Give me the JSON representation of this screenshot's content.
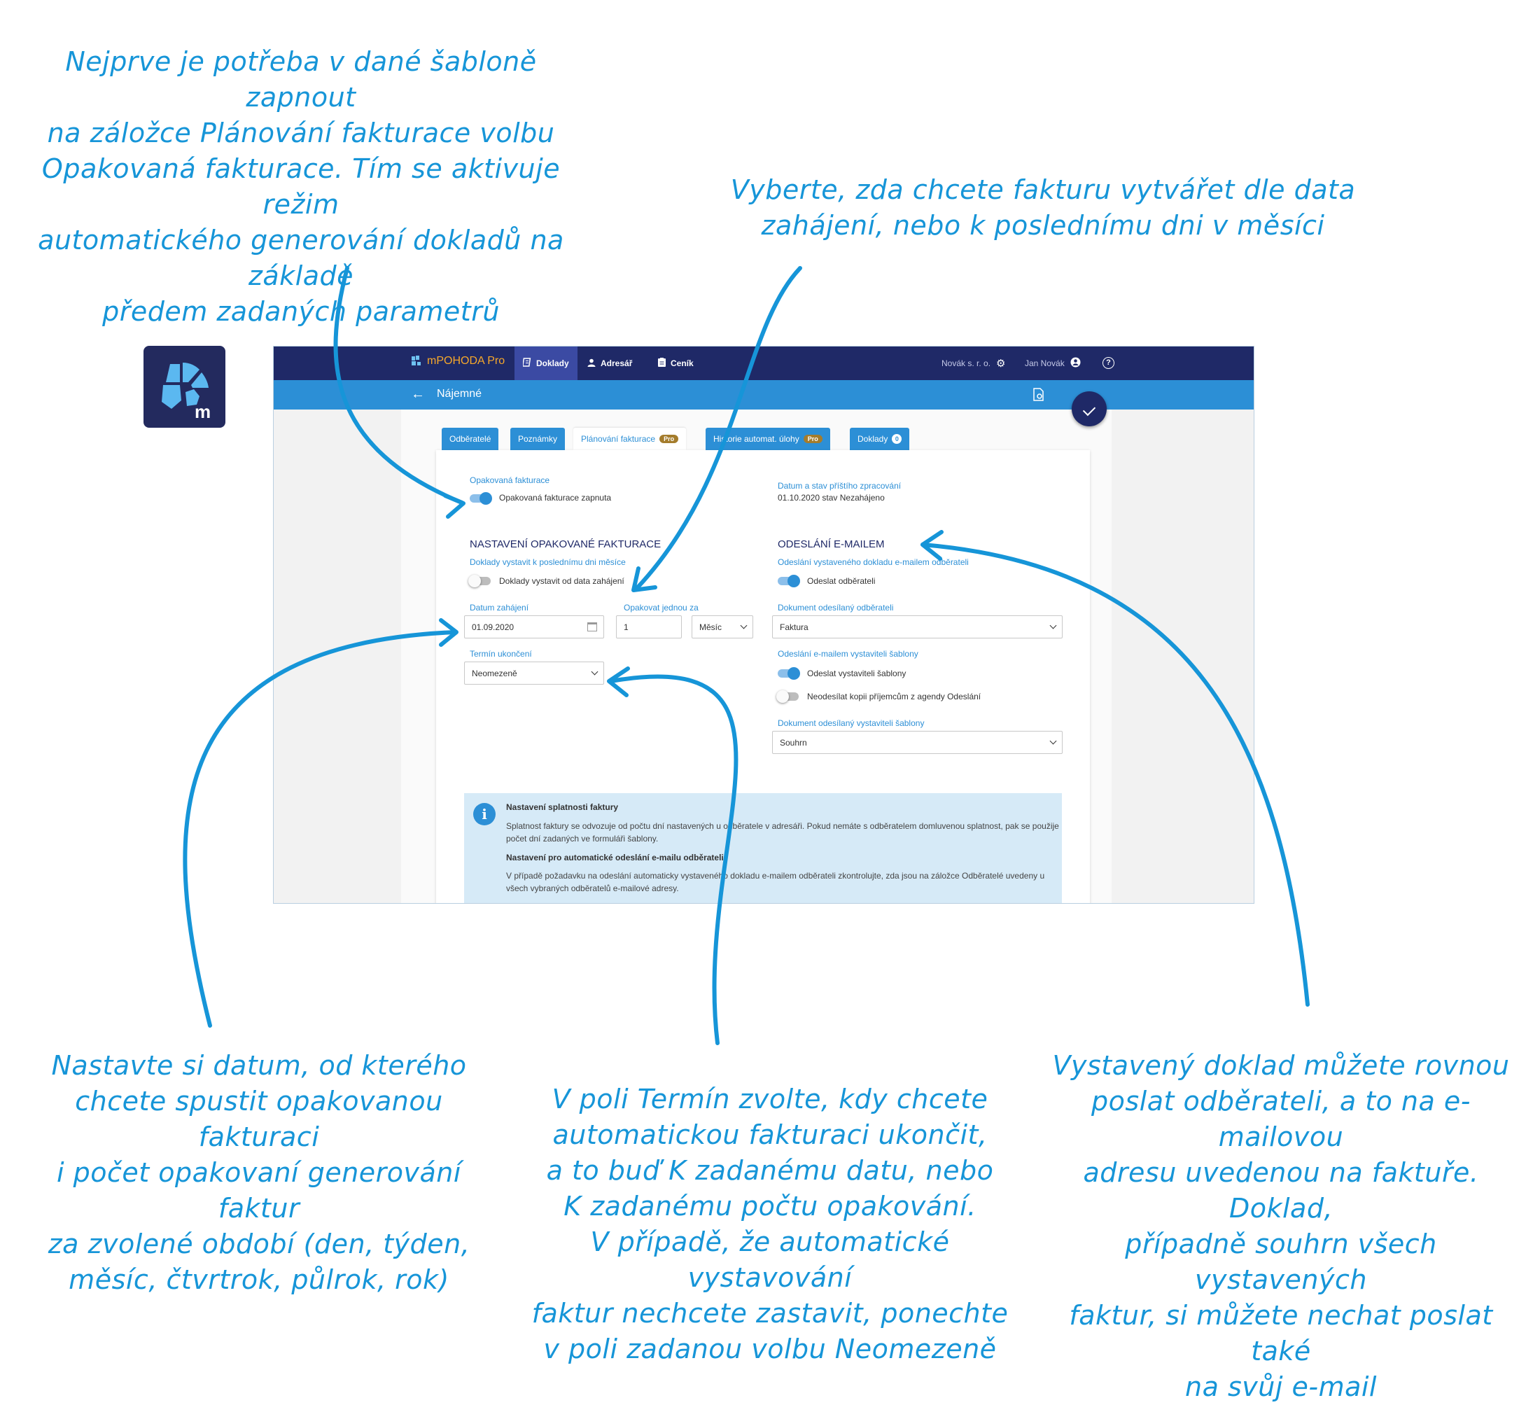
{
  "annotations": {
    "top_left": "Nejprve je potřeba v dané šabloně zapnout\nna záložce Plánování fakturace volbu\nOpakovaná fakturace. Tím se aktivuje režim\nautomatického generování dokladů na základě\npředem zadaných parametrů",
    "top_right": "Vyberte, zda chcete fakturu vytvářet dle data\nzahájení, nebo k poslednímu dni v měsíci",
    "bottom_left": "Nastavte si datum, od kterého\nchcete spustit opakovanou fakturaci\ni počet opakovaní generování faktur\nza zvolené období (den, týden,\nměsíc, čtvrtrok, půlrok, rok)",
    "bottom_center": "V poli Termín zvolte, kdy chcete\nautomatickou fakturaci ukončit,\na to buď K zadanému datu, nebo\nK zadanému počtu opakování.\nV případě, že automatické vystavování\nfaktur nechcete zastavit, ponechte\nv poli zadanou volbu Neomezeně",
    "bottom_right": "Vystavený doklad můžete rovnou\nposlat odběrateli, a to na e-mailovou\nadresu uvedenou na faktuře. Doklad,\npřípadně souhrn všech vystavených\nfaktur, si můžete nechat poslat také\nna svůj e-mail"
  },
  "colors": {
    "annotation": "#1695d8",
    "topbar": "#1f2967",
    "subbar": "#2c8fd6",
    "pro_badge": "#a47c2c"
  },
  "app": {
    "name": "mPOHODA Pro",
    "nav": [
      {
        "label": "Doklady",
        "icon": "receipt-icon"
      },
      {
        "label": "Adresář",
        "icon": "person-icon"
      },
      {
        "label": "Ceník",
        "icon": "pricelist-icon"
      }
    ],
    "company": "Novák s. r. o.",
    "user": "Jan Novák"
  },
  "page": {
    "title": "Nájemné"
  },
  "tabs": [
    {
      "label": "Odběratelé"
    },
    {
      "label": "Poznámky"
    },
    {
      "label": "Plánování fakturace",
      "badge": "Pro"
    },
    {
      "label": "Historie automat. úlohy",
      "badge": "Pro"
    },
    {
      "label": "Doklady",
      "count": "0"
    }
  ],
  "form": {
    "recurring_label": "Opakovaná fakturace",
    "recurring_toggle": "Opakovaná fakturace zapnuta",
    "next_label": "Datum a stav příštího zpracování",
    "next_value": "01.10.2020 stav Nezahájeno",
    "settings_header": "NASTAVENÍ OPAKOVANÉ FAKTURACE",
    "issue_label": "Doklady vystavit k poslednímu dni měsíce",
    "issue_toggle": "Doklady vystavit od data zahájení",
    "start_label": "Datum zahájení",
    "start_value": "01.09.2020",
    "repeat_label": "Opakovat jednou za",
    "repeat_value": "1",
    "period_value": "Měsíc",
    "end_label": "Termín ukončení",
    "end_value": "Neomezeně",
    "email_header": "ODESLÁNÍ E-MAILEM",
    "send_customer_label": "Odeslání vystaveného dokladu e-mailem odběrateli",
    "send_customer_toggle": "Odeslat odběrateli",
    "customer_doc_label": "Dokument odesílaný odběrateli",
    "customer_doc_value": "Faktura",
    "send_issuer_label": "Odeslání e-mailem vystaviteli šablony",
    "send_issuer_toggle": "Odeslat vystaviteli šablony",
    "no_copy_toggle": "Neodesílat kopii příjemcům z agendy Odeslání",
    "issuer_doc_label": "Dokument odesílaný vystaviteli šablony",
    "issuer_doc_value": "Souhrn"
  },
  "info": {
    "h1": "Nastavení splatnosti faktury",
    "p1": "Splatnost faktury se odvozuje od počtu dní nastavených u odběratele v adresáři. Pokud nemáte s odběratelem domluvenou splatnost, pak se použije počet dní zadaných ve formuláři šablony.",
    "h2": "Nastavení pro automatické odeslání e-mailu odběrateli",
    "p2": "V případě požadavku na odeslání automaticky vystaveného dokladu e-mailem odběrateli zkontrolujte, zda jsou na záložce Odběratelé uvedeny u všech vybraných odběratelů e-mailové adresy."
  }
}
